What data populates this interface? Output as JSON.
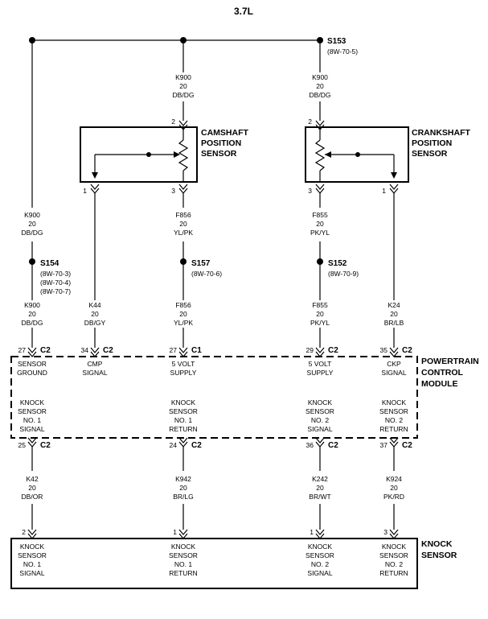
{
  "title": "3.7L",
  "splices": {
    "s153": {
      "name": "S153",
      "ref": "(8W-70-5)"
    },
    "s154": {
      "name": "S154",
      "refs": [
        "(8W-70-3)",
        "(8W-70-4)",
        "(8W-70-7)"
      ]
    },
    "s157": {
      "name": "S157",
      "ref": "(8W-70-6)"
    },
    "s152": {
      "name": "S152",
      "ref": "(8W-70-9)"
    }
  },
  "components": {
    "cmp": {
      "label_lines": [
        "CAMSHAFT",
        "POSITION",
        "SENSOR"
      ],
      "pins": [
        "2",
        "1",
        "3"
      ]
    },
    "ckp": {
      "label_lines": [
        "CRANKSHAFT",
        "POSITION",
        "SENSOR"
      ],
      "pins": [
        "2",
        "3",
        "1"
      ]
    },
    "pcm": {
      "label_lines": [
        "POWERTRAIN",
        "CONTROL",
        "MODULE"
      ]
    },
    "knock": {
      "label_lines": [
        "KNOCK",
        "SENSOR"
      ]
    }
  },
  "wires": [
    {
      "id": "w1",
      "lines": [
        "K900",
        "20",
        "DB/DG"
      ]
    },
    {
      "id": "w2",
      "lines": [
        "K900",
        "20",
        "DB/DG"
      ]
    },
    {
      "id": "w3",
      "lines": [
        "K900",
        "20",
        "DB/DG"
      ]
    },
    {
      "id": "w4",
      "lines": [
        "K900",
        "20",
        "DB/DG"
      ]
    },
    {
      "id": "w5",
      "lines": [
        "F856",
        "20",
        "YL/PK"
      ]
    },
    {
      "id": "w6",
      "lines": [
        "F856",
        "20",
        "YL/PK"
      ]
    },
    {
      "id": "w7",
      "lines": [
        "F855",
        "20",
        "PK/YL"
      ]
    },
    {
      "id": "w8",
      "lines": [
        "F855",
        "20",
        "PK/YL"
      ]
    },
    {
      "id": "w9",
      "lines": [
        "K44",
        "20",
        "DB/GY"
      ]
    },
    {
      "id": "w10",
      "lines": [
        "K24",
        "20",
        "BR/LB"
      ]
    },
    {
      "id": "w11",
      "lines": [
        "K42",
        "20",
        "DB/OR"
      ]
    },
    {
      "id": "w12",
      "lines": [
        "K942",
        "20",
        "BR/LG"
      ]
    },
    {
      "id": "w13",
      "lines": [
        "K242",
        "20",
        "BR/WT"
      ]
    },
    {
      "id": "w14",
      "lines": [
        "K924",
        "20",
        "PK/RD"
      ]
    }
  ],
  "pcm_top": [
    {
      "pin": "27",
      "conn": "C2",
      "lines": [
        "SENSOR",
        "GROUND"
      ]
    },
    {
      "pin": "34",
      "conn": "C2",
      "lines": [
        "CMP",
        "SIGNAL"
      ]
    },
    {
      "pin": "27",
      "conn": "C1",
      "lines": [
        "5 VOLT",
        "SUPPLY"
      ]
    },
    {
      "pin": "29",
      "conn": "C2",
      "lines": [
        "5 VOLT",
        "SUPPLY"
      ]
    },
    {
      "pin": "35",
      "conn": "C2",
      "lines": [
        "CKP",
        "SIGNAL"
      ]
    }
  ],
  "pcm_mid": [
    {
      "lines": [
        "KNOCK",
        "SENSOR",
        "NO. 1",
        "SIGNAL"
      ]
    },
    {
      "lines": [
        "KNOCK",
        "SENSOR",
        "NO. 1",
        "RETURN"
      ]
    },
    {
      "lines": [
        "KNOCK",
        "SENSOR",
        "NO. 2",
        "SIGNAL"
      ]
    },
    {
      "lines": [
        "KNOCK",
        "SENSOR",
        "NO. 2",
        "RETURN"
      ]
    }
  ],
  "pcm_bottom": [
    {
      "pin": "25",
      "conn": "C2"
    },
    {
      "pin": "24",
      "conn": "C2"
    },
    {
      "pin": "36",
      "conn": "C2"
    },
    {
      "pin": "37",
      "conn": "C2"
    }
  ],
  "knock_pins": [
    "2",
    "1",
    "1",
    "3"
  ],
  "knock_cells": [
    {
      "lines": [
        "KNOCK",
        "SENSOR",
        "NO. 1",
        "SIGNAL"
      ]
    },
    {
      "lines": [
        "KNOCK",
        "SENSOR",
        "NO. 1",
        "RETURN"
      ]
    },
    {
      "lines": [
        "KNOCK",
        "SENSOR",
        "NO. 2",
        "SIGNAL"
      ]
    },
    {
      "lines": [
        "KNOCK",
        "SENSOR",
        "NO. 2",
        "RETURN"
      ]
    }
  ]
}
